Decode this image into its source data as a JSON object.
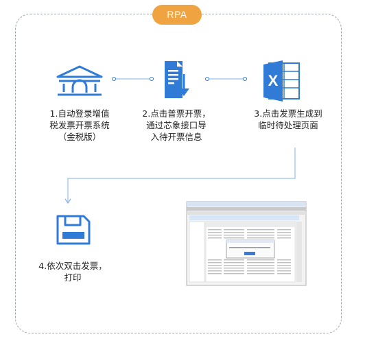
{
  "badge": "RPA",
  "steps": [
    {
      "icon": "bank-icon",
      "lines": [
        "1.自动登录增值",
        "税发票开票系统",
        "（金税版）"
      ]
    },
    {
      "icon": "document-download-icon",
      "lines": [
        "2.点击普票开票，",
        "通过芯象接口导",
        "入待开票信息"
      ]
    },
    {
      "icon": "excel-icon",
      "lines": [
        "3.点击发票生成到",
        "临时待处理页面"
      ]
    },
    {
      "icon": "save-disk-icon",
      "lines": [
        "4.依次双击发票，",
        "打印"
      ]
    }
  ],
  "screenshot": {
    "icon": "invoice-system-screenshot-thumbnail"
  },
  "colors": {
    "accent": "#2f7bd6",
    "badge": "#f0a441",
    "line": "#7fb0e8"
  }
}
